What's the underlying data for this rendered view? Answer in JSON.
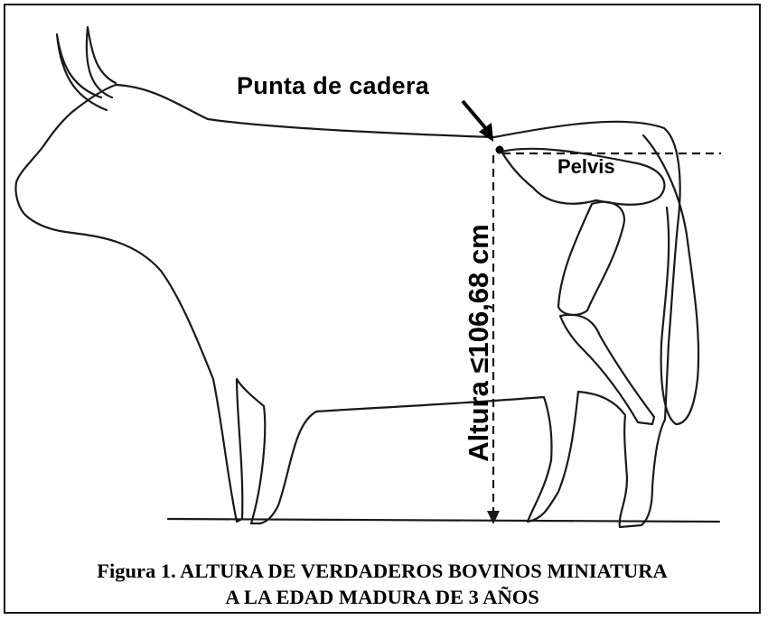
{
  "labels": {
    "hip_point": "Punta de cadera",
    "pelvis": "Pelvis",
    "height": "Altura ≤106,68 cm"
  },
  "caption": {
    "line1": "Figura 1. ALTURA DE VERDADEROS BOVINOS MINIATURA",
    "line2": "A LA EDAD MADURA DE 3 AÑOS"
  },
  "colors": {
    "outline": "#000000",
    "background": "#ffffff"
  }
}
